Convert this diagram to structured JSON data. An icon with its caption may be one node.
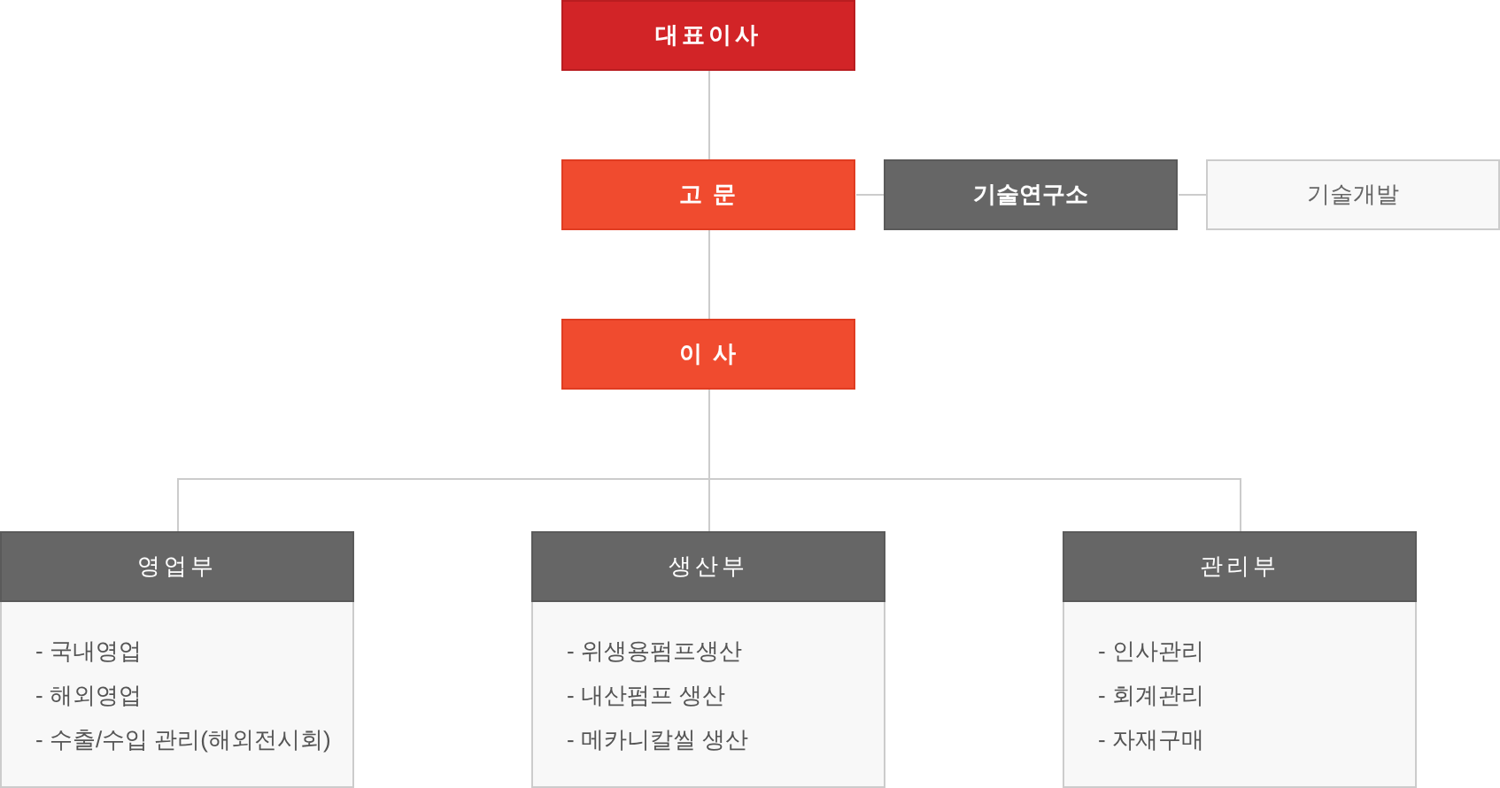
{
  "diagram": {
    "nodes": [
      {
        "text": [
          "대표이사"
        ]
      },
      {
        "text": [
          "고 문"
        ]
      },
      {
        "text": [
          "기술연구소"
        ]
      },
      {
        "text": [
          "기술개발"
        ]
      },
      {
        "text": [
          "이 사"
        ]
      },
      {
        "text": [
          "영업부",
          "- 국내영업",
          "- 해외영업",
          "- 수출/수입 관리(해외전시회)"
        ]
      },
      {
        "text": [
          "생산부",
          "- 위생용펌프생산",
          "- 내산펌프 생산",
          "- 메카니칼씰 생산"
        ]
      },
      {
        "text": [
          "관리부",
          "- 인사관리",
          "- 회계관리",
          "- 자재구매"
        ]
      }
    ],
    "edges": [
      {
        "from": 0,
        "to": 1,
        "arrow": "none"
      },
      {
        "from": 1,
        "to": 2,
        "arrow": "none"
      },
      {
        "from": 2,
        "to": 3,
        "arrow": "none"
      },
      {
        "from": 1,
        "to": 4,
        "arrow": "none"
      },
      {
        "from": 4,
        "to": 5,
        "arrow": "none"
      },
      {
        "from": 4,
        "to": 6,
        "arrow": "none"
      },
      {
        "from": 4,
        "to": 7,
        "arrow": "none"
      }
    ]
  }
}
